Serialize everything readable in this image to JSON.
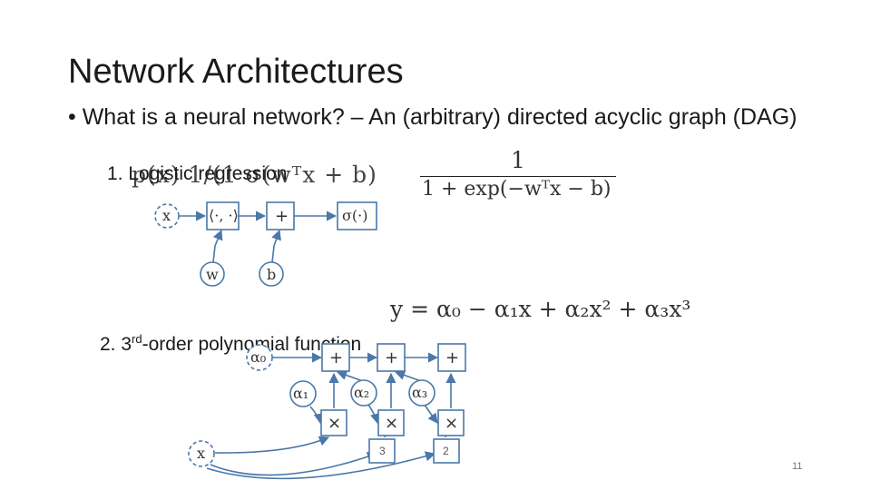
{
  "slide": {
    "title": "Network Architectures",
    "bullet": "• What is a neural network? – An (arbitrary) directed acyclic graph (DAG)",
    "item1": "1.  Logistic regression",
    "item2_prefix": "2.  3",
    "item2_sup": "rd",
    "item2_suffix": "-order polynomial function",
    "page_number": "11"
  },
  "formulas": {
    "logistic_overlay": "p(x)  1/(1  σ(wᵀx + b)",
    "fraction_numerator": "1",
    "fraction_denominator": "1 + exp(−wᵀx − b)",
    "polynomial": "y = α₀ − α₁x + α₂x² + α₃x³"
  },
  "diagram1": {
    "x": "x",
    "dot": "⟨·, ·⟩",
    "plus": "+",
    "sigma": "σ(·)",
    "w": "w",
    "b": "b"
  },
  "diagram2": {
    "alpha0": "α₀",
    "alpha1": "α₁",
    "alpha2": "α₂",
    "alpha3": "α₃",
    "plus": "+",
    "times": "×",
    "x": "x",
    "pow3": "3",
    "pow2": "2"
  },
  "colors": {
    "edge": "#4a78a8",
    "node_border": "#4a78a8"
  }
}
